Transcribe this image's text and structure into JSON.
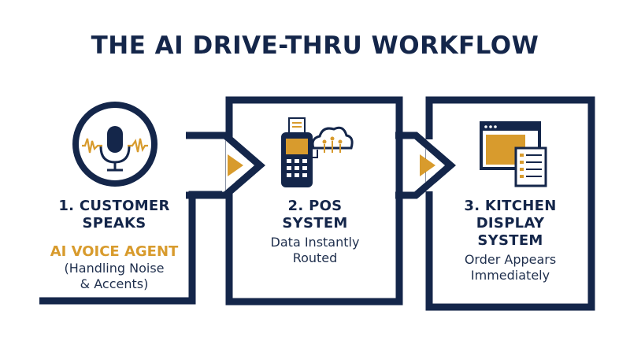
{
  "title": "THE AI DRIVE-THRU WORKFLOW",
  "colors": {
    "navy": "#14264a",
    "gold": "#d89b2d",
    "background": "#ffffff"
  },
  "steps": [
    {
      "icon": "microphone-icon",
      "title_line1": "1. CUSTOMER",
      "title_line2": "SPEAKS",
      "accent": "AI VOICE AGENT",
      "desc_line1": "(Handling Noise",
      "desc_line2": "& Accents)"
    },
    {
      "icon": "pos-terminal-cloud-icon",
      "title_line1": "2. POS",
      "title_line2": "SYSTEM",
      "desc_line1": "Data Instantly",
      "desc_line2": "Routed"
    },
    {
      "icon": "kitchen-display-icon",
      "title_line1": "3. KITCHEN",
      "title_line2": "DISPLAY",
      "title_line3": "SYSTEM",
      "desc_line1": "Order Appears",
      "desc_line2": "Immediately"
    }
  ]
}
